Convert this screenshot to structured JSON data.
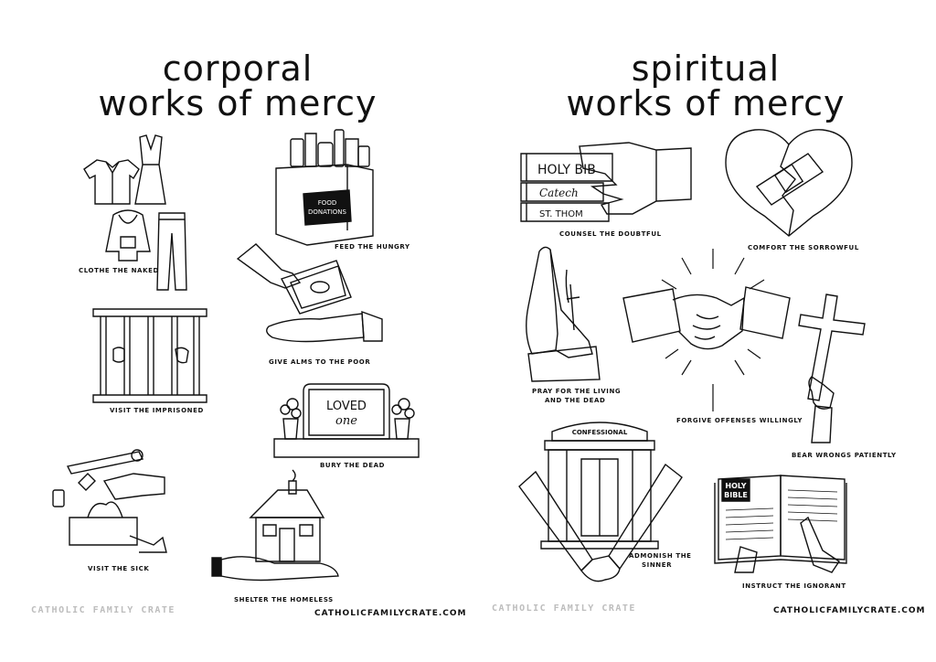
{
  "left": {
    "title_line1": "corporal",
    "title_line2": "works of mercy",
    "works": {
      "clothe": "CLOTHE THE NAKED",
      "feed": "FEED THE HUNGRY",
      "alms": "GIVE ALMS TO THE POOR",
      "imprisoned": "VISIT THE IMPRISONED",
      "bury": "BURY THE DEAD",
      "sick": "VISIT THE SICK",
      "shelter": "SHELTER THE HOMELESS"
    },
    "box_label_line1": "FOOD",
    "box_label_line2": "DONATIONS",
    "headstone_line1": "LOVED",
    "headstone_line2": "one",
    "brand": "CATHOLIC FAMILY CRATE",
    "website": "CATHOLICFAMILYCRATE.COM"
  },
  "right": {
    "title_line1": "spiritual",
    "title_line2": "works of mercy",
    "works": {
      "counsel": "COUNSEL THE DOUBTFUL",
      "comfort": "COMFORT THE SORROWFUL",
      "pray_line1": "PRAY FOR THE LIVING",
      "pray_line2": "AND THE DEAD",
      "forgive": "FORGIVE OFFENSES WILLINGLY",
      "bear": "BEAR WRONGS PATIENTLY",
      "admonish_line1": "ADMONISH THE",
      "admonish_line2": "SINNER",
      "instruct": "INSTRUCT THE IGNORANT"
    },
    "book_titles": [
      "HOLY BIB",
      "Catech",
      "ST. THOM"
    ],
    "confessional_sign": "CONFESSIONAL",
    "bible_line1": "HOLY",
    "bible_line2": "BIBLE",
    "brand": "CATHOLIC FAMILY CRATE",
    "website": "CATHOLICFAMILYCRATE.COM"
  }
}
